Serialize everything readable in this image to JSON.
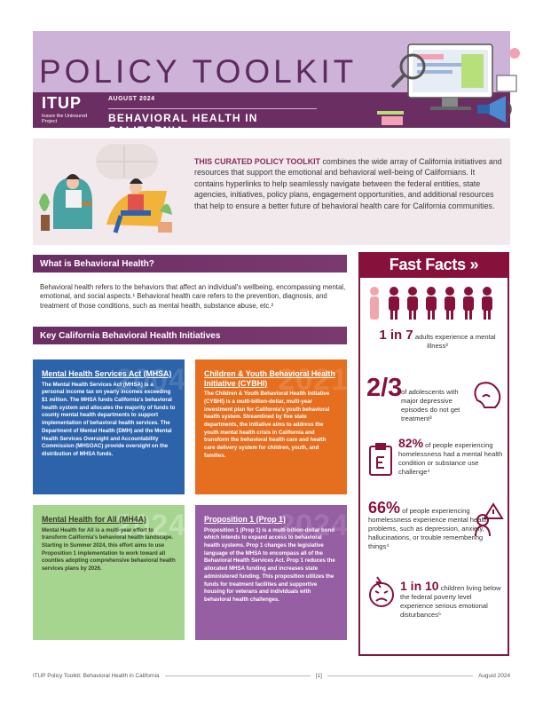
{
  "header": {
    "title": "POLICY TOOLKIT",
    "logo_text": "ITUP",
    "logo_subtext": "Insure the Uninsured Project",
    "date": "AUGUST 2024",
    "subtitle": "BEHAVIORAL HEALTH IN CALIFORNIA"
  },
  "intro": {
    "lead": "THIS CURATED POLICY TOOLKIT",
    "body": " combines the wide array of California initiatives and resources that support the emotional and behavioral well-being of Californians. It contains hyperlinks to help seamlessly navigate between the federal entities, state agencies, initiatives, policy plans, engagement opportunities, and additional resources that help to ensure a better future of behavioral health care for California communities."
  },
  "what_is": {
    "heading": "What is Behavioral Health?",
    "body": "Behavioral health refers to the behaviors that affect an individual's wellbeing, encompassing mental, emotional, and social aspects.¹ Behavioral health care refers to the prevention, diagnosis, and treatment of those conditions, such as mental health, substance abuse, etc.²"
  },
  "initiatives": {
    "heading": "Key California Behavioral Health Initiatives",
    "cards": [
      {
        "title": "Mental Health Services Act (MHSA)",
        "year": "2004",
        "body": "The Mental Health Services Act (MHSA) is a personal income tax on yearly incomes exceeding $1 million. The MHSA funds California's behavioral health system and allocates the majority of funds to county mental health departments to support implementation of behavioral health services. The Department of Mental Health (DMH) and the Mental Health Services Oversight and Accountability Commission (MHSOAC) provide oversight on the distribution of MHSA funds."
      },
      {
        "title": "Children & Youth Behavioral Health Initiative (CYBHI)",
        "year": "2021",
        "body": "The Children & Youth Behavioral Health Initiative (CYBHI) is a multi-billion-dollar, multi-year investment plan for California's youth behavioral health system. Streamlined by five state departments, the initiative aims to address the youth mental health crisis in California and transform the behavioral health care and health care delivery system for children, youth, and families."
      },
      {
        "title": "Mental Health for All (MH4A)",
        "year": "2024",
        "body": "Mental Health for All is a multi-year effort to transform California's behavioral health landscape. Starting in Summer 2024, this effort aims to use Proposition 1 implementation to work toward all counties adopting comprehensive behavioral health services plans by 2026."
      },
      {
        "title": "Proposition 1 (Prop 1)",
        "year": "2024",
        "body": "Proposition 1 (Prop 1) is a multi-billion-dollar bond which intends to expand access to behavioral health systems. Prop 1 changes the legislative language of the MHSA to encompass all of the Behavioral Health Services Act. Prop 1 reduces the allocated MHSA funding and increases state administered funding. This proposition utilizes the funds for treatment facilities and supportive housing for veterans and individuals with behavioral health challenges."
      }
    ]
  },
  "fast_facts": {
    "heading": "Fast Facts »",
    "facts": [
      {
        "stat": "1 in 7",
        "text": " adults experience a mental illness³"
      },
      {
        "stat": "2/3",
        "text": "of adolescents with major depressive episodes do not get treatment³"
      },
      {
        "stat": "82%",
        "text": " of people experiencing homelessness had a mental health condition or substance use challenge⁴"
      },
      {
        "stat": "66%",
        "text": " of people experiencing homelessness experience mental health problems, such as depression, anxiety, hallucinations, or trouble remembering things⁴"
      },
      {
        "stat": "1 in 10",
        "text": " children living below the federal poverty level experience serious emotional disturbances⁵"
      }
    ]
  },
  "footer": {
    "left": "ITUP Policy Toolkit: Behavioral Health in California",
    "page": "[1]",
    "right": "August 2024"
  },
  "colors": {
    "brand_purple": "#6a2e63",
    "lavender": "#cdb3d8",
    "maroon": "#86123b",
    "blue": "#2c63ab",
    "orange": "#e56f1f",
    "green": "#a5d58f",
    "violet": "#965ea3"
  },
  "icons": [
    "people-row-icon",
    "sad-face-icon",
    "clipboard-icon",
    "stressed-person-icon",
    "distressed-face-icon",
    "megaphone-illustration",
    "therapy-session-illustration"
  ]
}
